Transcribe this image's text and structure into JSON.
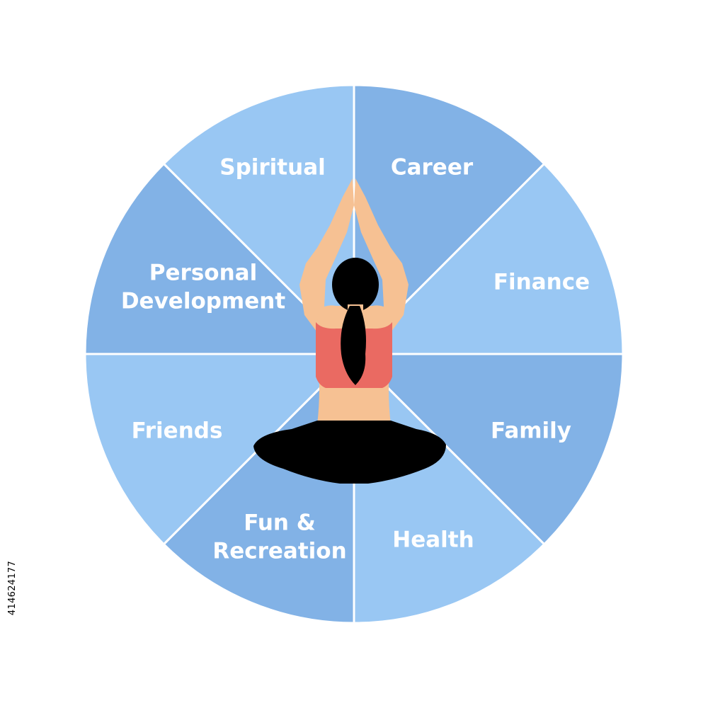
{
  "diagram": {
    "segments": [
      {
        "id": "career",
        "lines": [
          "Career"
        ],
        "color": "#82b2e6"
      },
      {
        "id": "finance",
        "lines": [
          "Finance"
        ],
        "color": "#99c7f3"
      },
      {
        "id": "family",
        "lines": [
          "Family"
        ],
        "color": "#82b2e6"
      },
      {
        "id": "health",
        "lines": [
          "Health"
        ],
        "color": "#99c7f3"
      },
      {
        "id": "fun-recreation",
        "lines": [
          "Fun &",
          "Recreation"
        ],
        "color": "#82b2e6"
      },
      {
        "id": "friends",
        "lines": [
          "Friends"
        ],
        "color": "#99c7f3"
      },
      {
        "id": "personal-development",
        "lines": [
          "Personal",
          "Development"
        ],
        "color": "#82b2e6"
      },
      {
        "id": "spiritual",
        "lines": [
          "Spiritual"
        ],
        "color": "#99c7f3"
      }
    ],
    "label_color": "#ffffff",
    "divider_color": "#ffffff",
    "figure": {
      "skin_color": "#f6c193",
      "hair_color": "#000000",
      "top_color": "#ea6a62",
      "pants_color": "#000000"
    }
  },
  "side_text": "414624177"
}
